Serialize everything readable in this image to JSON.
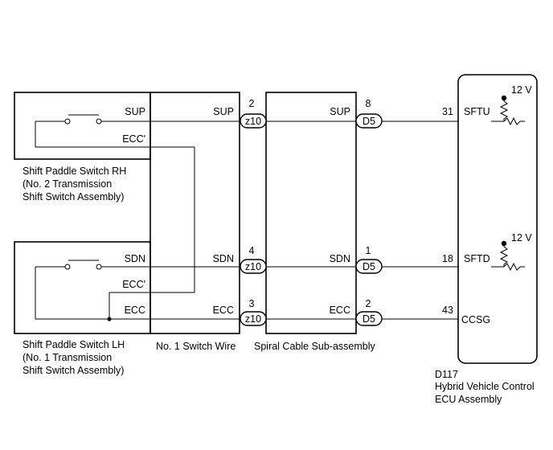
{
  "components": {
    "switch_rh": {
      "pins": {
        "sup": "SUP",
        "ecc_prime": "ECC'"
      },
      "label": [
        "Shift Paddle Switch RH",
        "(No. 2 Transmission",
        "Shift Switch Assembly)"
      ]
    },
    "switch_lh": {
      "pins": {
        "sdn": "SDN",
        "ecc_prime": "ECC'",
        "ecc": "ECC"
      },
      "label": [
        "Shift Paddle Switch LH",
        "(No. 1 Transmission",
        "Shift Switch Assembly)"
      ]
    },
    "switch_wire": {
      "label": "No. 1 Switch Wire",
      "pins": {
        "sup": "SUP",
        "sdn": "SDN",
        "ecc": "ECC"
      }
    },
    "spiral_cable": {
      "label": "Spiral Cable Sub-assembly",
      "pins": {
        "sup": "SUP",
        "sdn": "SDN",
        "ecc": "ECC"
      }
    },
    "ecu": {
      "code": "D117",
      "label": [
        "Hybrid Vehicle Control",
        "ECU Assembly"
      ],
      "pins": {
        "sftu": "SFTU",
        "sftd": "SFTD",
        "ccsg": "CCSG"
      },
      "supply": "12 V"
    }
  },
  "connectors": {
    "z10": "z10",
    "d5": "D5"
  },
  "pin_numbers": {
    "z10_sup": "2",
    "z10_sdn": "4",
    "z10_ecc": "3",
    "d5_sup": "8",
    "d5_sdn": "1",
    "d5_ecc": "2",
    "ecu_sftu": "31",
    "ecu_sftd": "18",
    "ecu_ccsg": "43"
  }
}
